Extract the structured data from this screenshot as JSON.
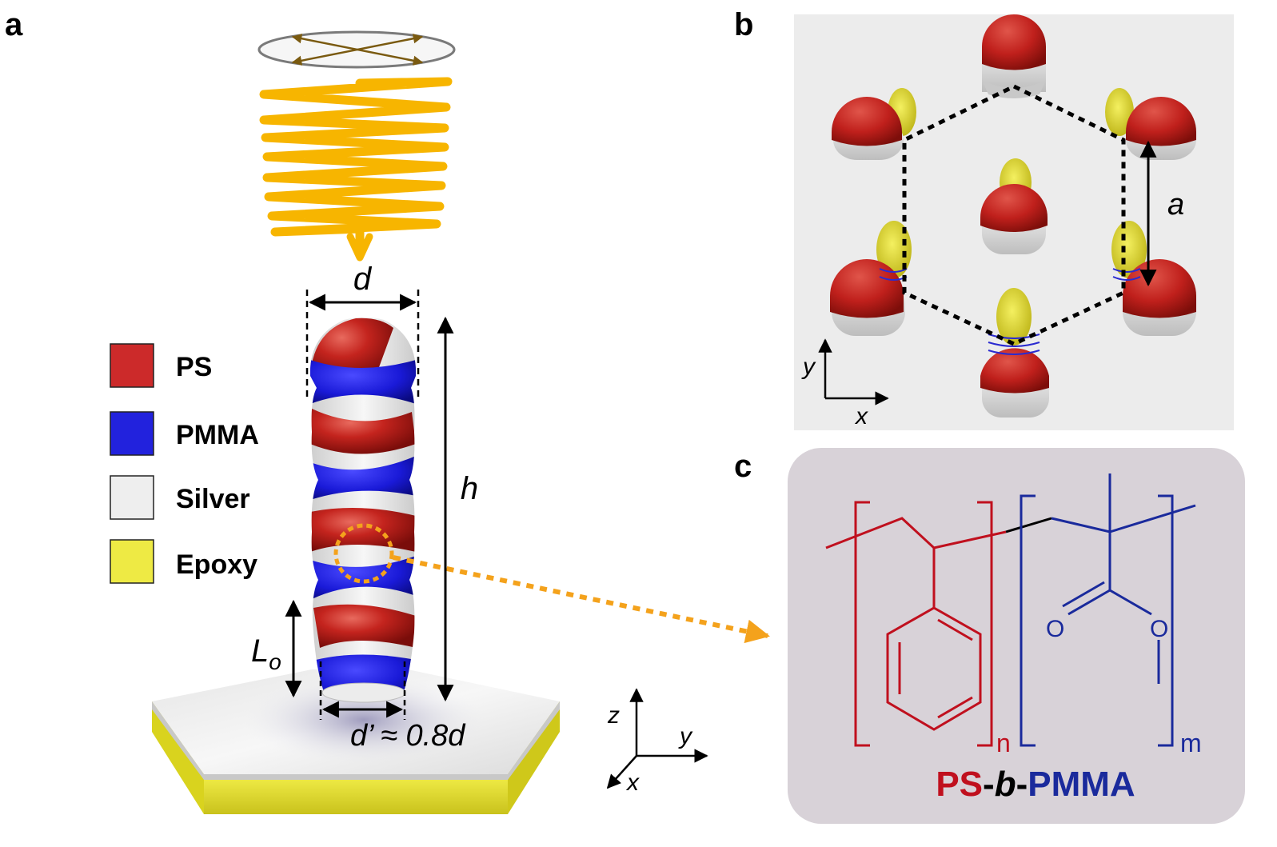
{
  "panels": {
    "a": "a",
    "b": "b",
    "c": "c"
  },
  "legend": [
    {
      "label": "PS",
      "color": "#cc2a2a"
    },
    {
      "label": "PMMA",
      "color": "#2222dd"
    },
    {
      "label": "Silver",
      "color": "#eeeeee"
    },
    {
      "label": "Epoxy",
      "color": "#eeea44"
    }
  ],
  "panel_a": {
    "dim_d": "d",
    "dim_h": "h",
    "dim_L": "L",
    "dim_L_sub": "o",
    "dim_d_prime": "d’ ≈ 0.8d",
    "axes": {
      "z": "z",
      "y": "y",
      "x": "x"
    },
    "light_color": "#f7b500"
  },
  "panel_b": {
    "dim_a": "a",
    "axes": {
      "y": "y",
      "x": "x"
    }
  },
  "panel_c": {
    "subscript_n": "n",
    "subscript_m": "m",
    "oxygen_label": "O",
    "name_parts": [
      {
        "text": "PS",
        "color": "#c0101e"
      },
      {
        "text": "-",
        "color": "#000000"
      },
      {
        "text": "b",
        "color": "#000000"
      },
      {
        "text": "-",
        "color": "#000000"
      },
      {
        "text": "PMMA",
        "color": "#1a2a9c"
      }
    ],
    "ps_color": "#c0101e",
    "pmma_color": "#1a2a9c",
    "box_color": "#d8d2d8"
  }
}
